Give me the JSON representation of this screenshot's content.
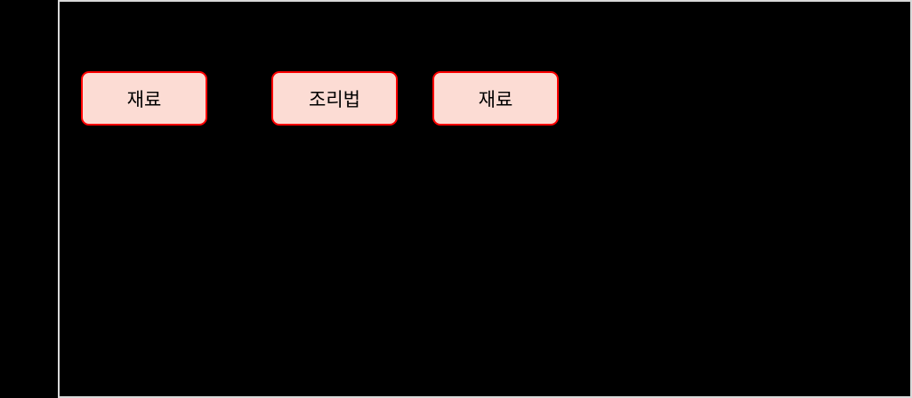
{
  "diagram": {
    "background": "#000000",
    "frame": {
      "border_color": "#d9d9d9"
    },
    "nodes": [
      {
        "label": "재료",
        "fill": "#fcdcd4",
        "stroke": "#ff0000"
      },
      {
        "label": "조리법",
        "fill": "#fcdcd4",
        "stroke": "#ff0000"
      },
      {
        "label": "재료",
        "fill": "#fcdcd4",
        "stroke": "#ff0000"
      }
    ]
  }
}
